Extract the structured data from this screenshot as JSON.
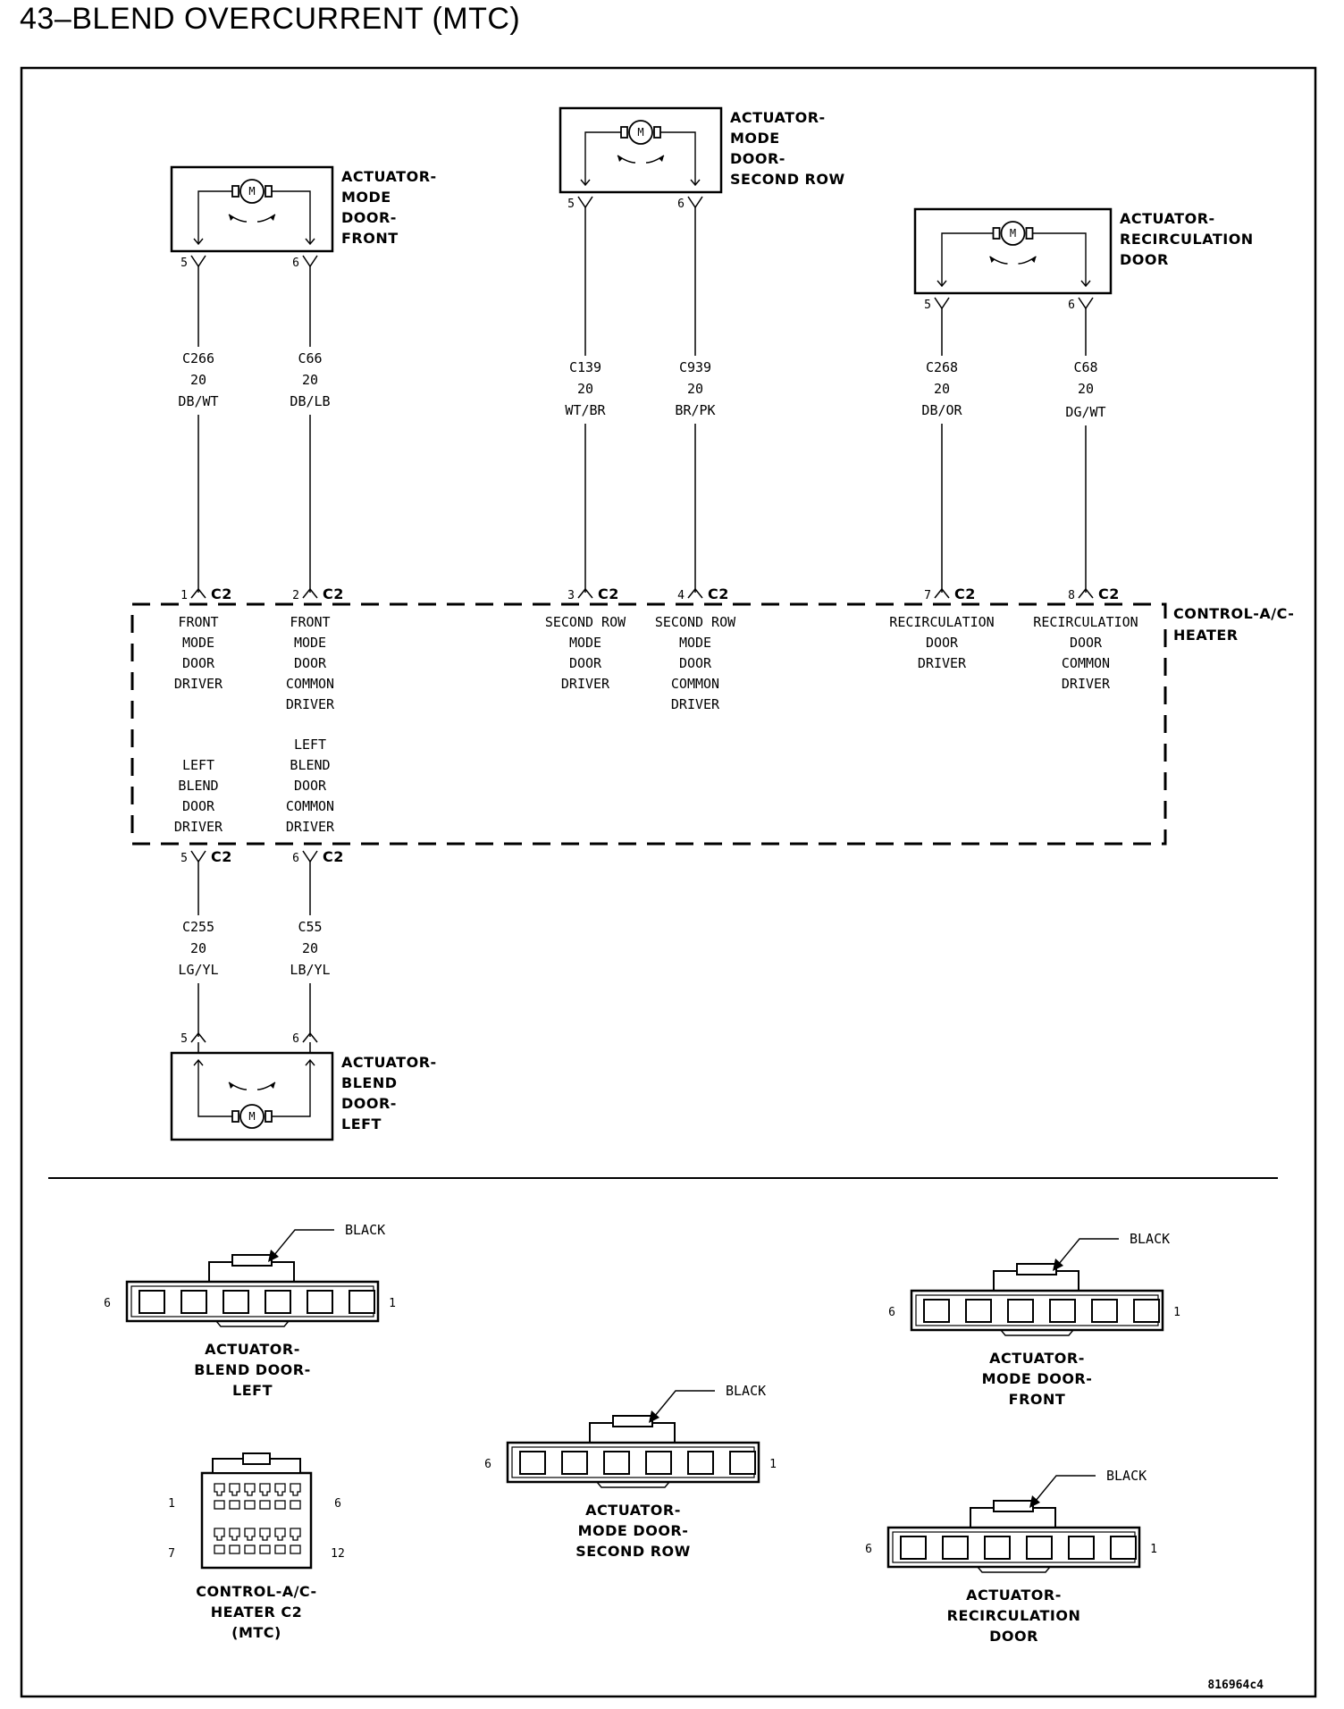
{
  "title": "43–BLEND OVERCURRENT (MTC)",
  "figure_id": "816964c4",
  "motor_symbol": "M",
  "connector_label": "C2",
  "components": {
    "mode_front": {
      "label_lines": [
        "ACTUATOR-",
        "MODE",
        "DOOR-",
        "FRONT"
      ]
    },
    "mode_second": {
      "label_lines": [
        "ACTUATOR-",
        "MODE",
        "DOOR-",
        "SECOND ROW"
      ]
    },
    "recirc": {
      "label_lines": [
        "ACTUATOR-",
        "RECIRCULATION",
        "DOOR"
      ]
    },
    "blend_left": {
      "label_lines": [
        "ACTUATOR-",
        "BLEND",
        "DOOR-",
        "LEFT"
      ]
    },
    "controller": {
      "label_lines": [
        "CONTROL-A/C-",
        "HEATER"
      ]
    }
  },
  "wires": [
    {
      "circuit": "C266",
      "gauge": "20",
      "color": "DB/WT",
      "from_pin": "5",
      "to_pin": "1"
    },
    {
      "circuit": "C66",
      "gauge": "20",
      "color": "DB/LB",
      "from_pin": "6",
      "to_pin": "2"
    },
    {
      "circuit": "C139",
      "gauge": "20",
      "color": "WT/BR",
      "from_pin": "5",
      "to_pin": "3"
    },
    {
      "circuit": "C939",
      "gauge": "20",
      "color": "BR/PK",
      "from_pin": "6",
      "to_pin": "4"
    },
    {
      "circuit": "C268",
      "gauge": "20",
      "color": "DB/OR",
      "from_pin": "5",
      "to_pin": "7"
    },
    {
      "circuit": "C68",
      "gauge": "20",
      "color": "DG/WT",
      "from_pin": "6",
      "to_pin": "8"
    },
    {
      "circuit": "C255",
      "gauge": "20",
      "color": "LG/YL",
      "from_pin": "5",
      "to_pin": "5"
    },
    {
      "circuit": "C55",
      "gauge": "20",
      "color": "LB/YL",
      "from_pin": "6",
      "to_pin": "6"
    }
  ],
  "module_functions": [
    [
      "FRONT",
      "MODE",
      "DOOR",
      "DRIVER"
    ],
    [
      "FRONT",
      "MODE",
      "DOOR",
      "COMMON",
      "DRIVER"
    ],
    [
      "SECOND ROW",
      "MODE",
      "DOOR",
      "DRIVER"
    ],
    [
      "SECOND ROW",
      "MODE",
      "DOOR",
      "COMMON",
      "DRIVER"
    ],
    [
      "RECIRCULATION",
      "DOOR",
      "DRIVER"
    ],
    [
      "RECIRCULATION",
      "DOOR",
      "COMMON",
      "DRIVER"
    ],
    [
      "LEFT",
      "BLEND",
      "DOOR",
      "DRIVER"
    ],
    [
      "LEFT",
      "BLEND",
      "DOOR",
      "COMMON",
      "DRIVER"
    ]
  ],
  "connector_views": {
    "tab_color": "BLACK",
    "pin_first": "1",
    "pin_last": "6",
    "blend_left": [
      "ACTUATOR-",
      "BLEND DOOR-",
      "LEFT"
    ],
    "mode_front": [
      "ACTUATOR-",
      "MODE DOOR-",
      "FRONT"
    ],
    "mode_second": [
      "ACTUATOR-",
      "MODE DOOR-",
      "SECOND ROW"
    ],
    "recirc": [
      "ACTUATOR-",
      "RECIRCULATION",
      "DOOR"
    ],
    "c2": {
      "label_lines": [
        "CONTROL-A/C-",
        "HEATER C2",
        "(MTC)"
      ],
      "pins": {
        "top_left": "1",
        "top_right": "6",
        "bottom_left": "7",
        "bottom_right": "12"
      }
    }
  }
}
